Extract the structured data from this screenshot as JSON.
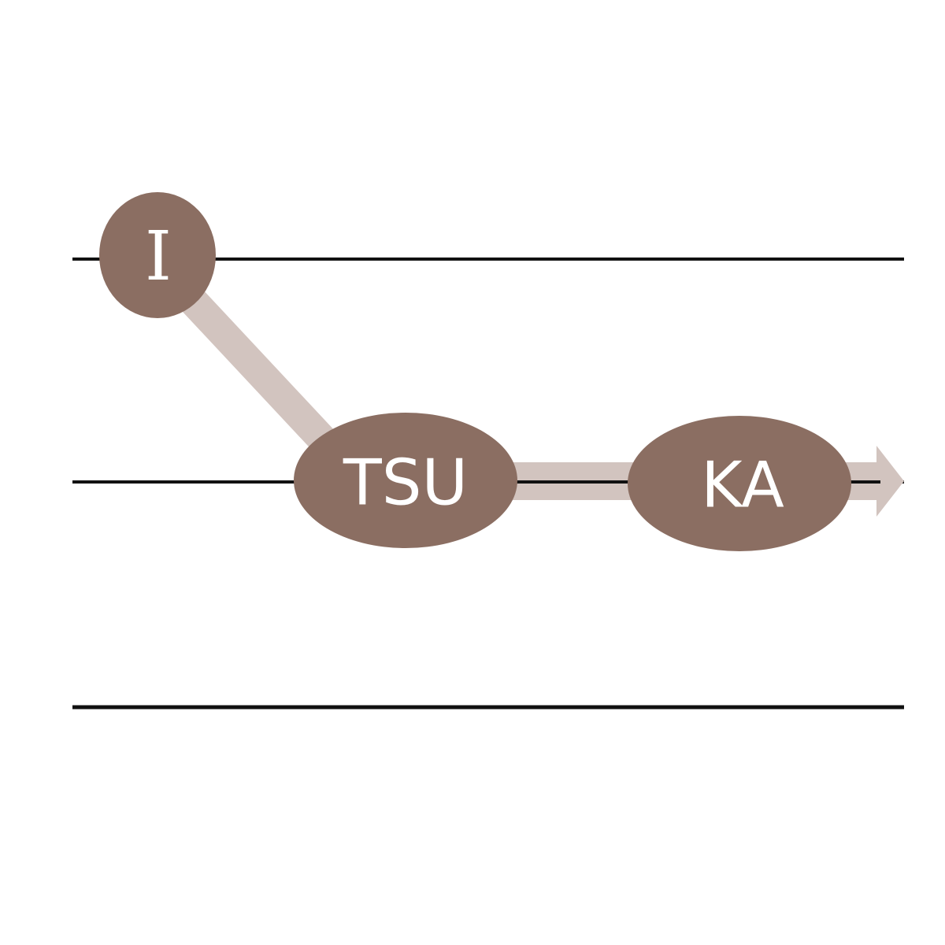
{
  "colors": {
    "background": "#ffffff",
    "staff_line": "#111111",
    "node_fill": "#8b6e62",
    "connector": "#d2c4bf",
    "label": "#ffffff"
  },
  "nodes": [
    {
      "id": "i",
      "label": "I"
    },
    {
      "id": "tsu",
      "label": "TSU"
    },
    {
      "id": "ka",
      "label": "KA"
    }
  ]
}
